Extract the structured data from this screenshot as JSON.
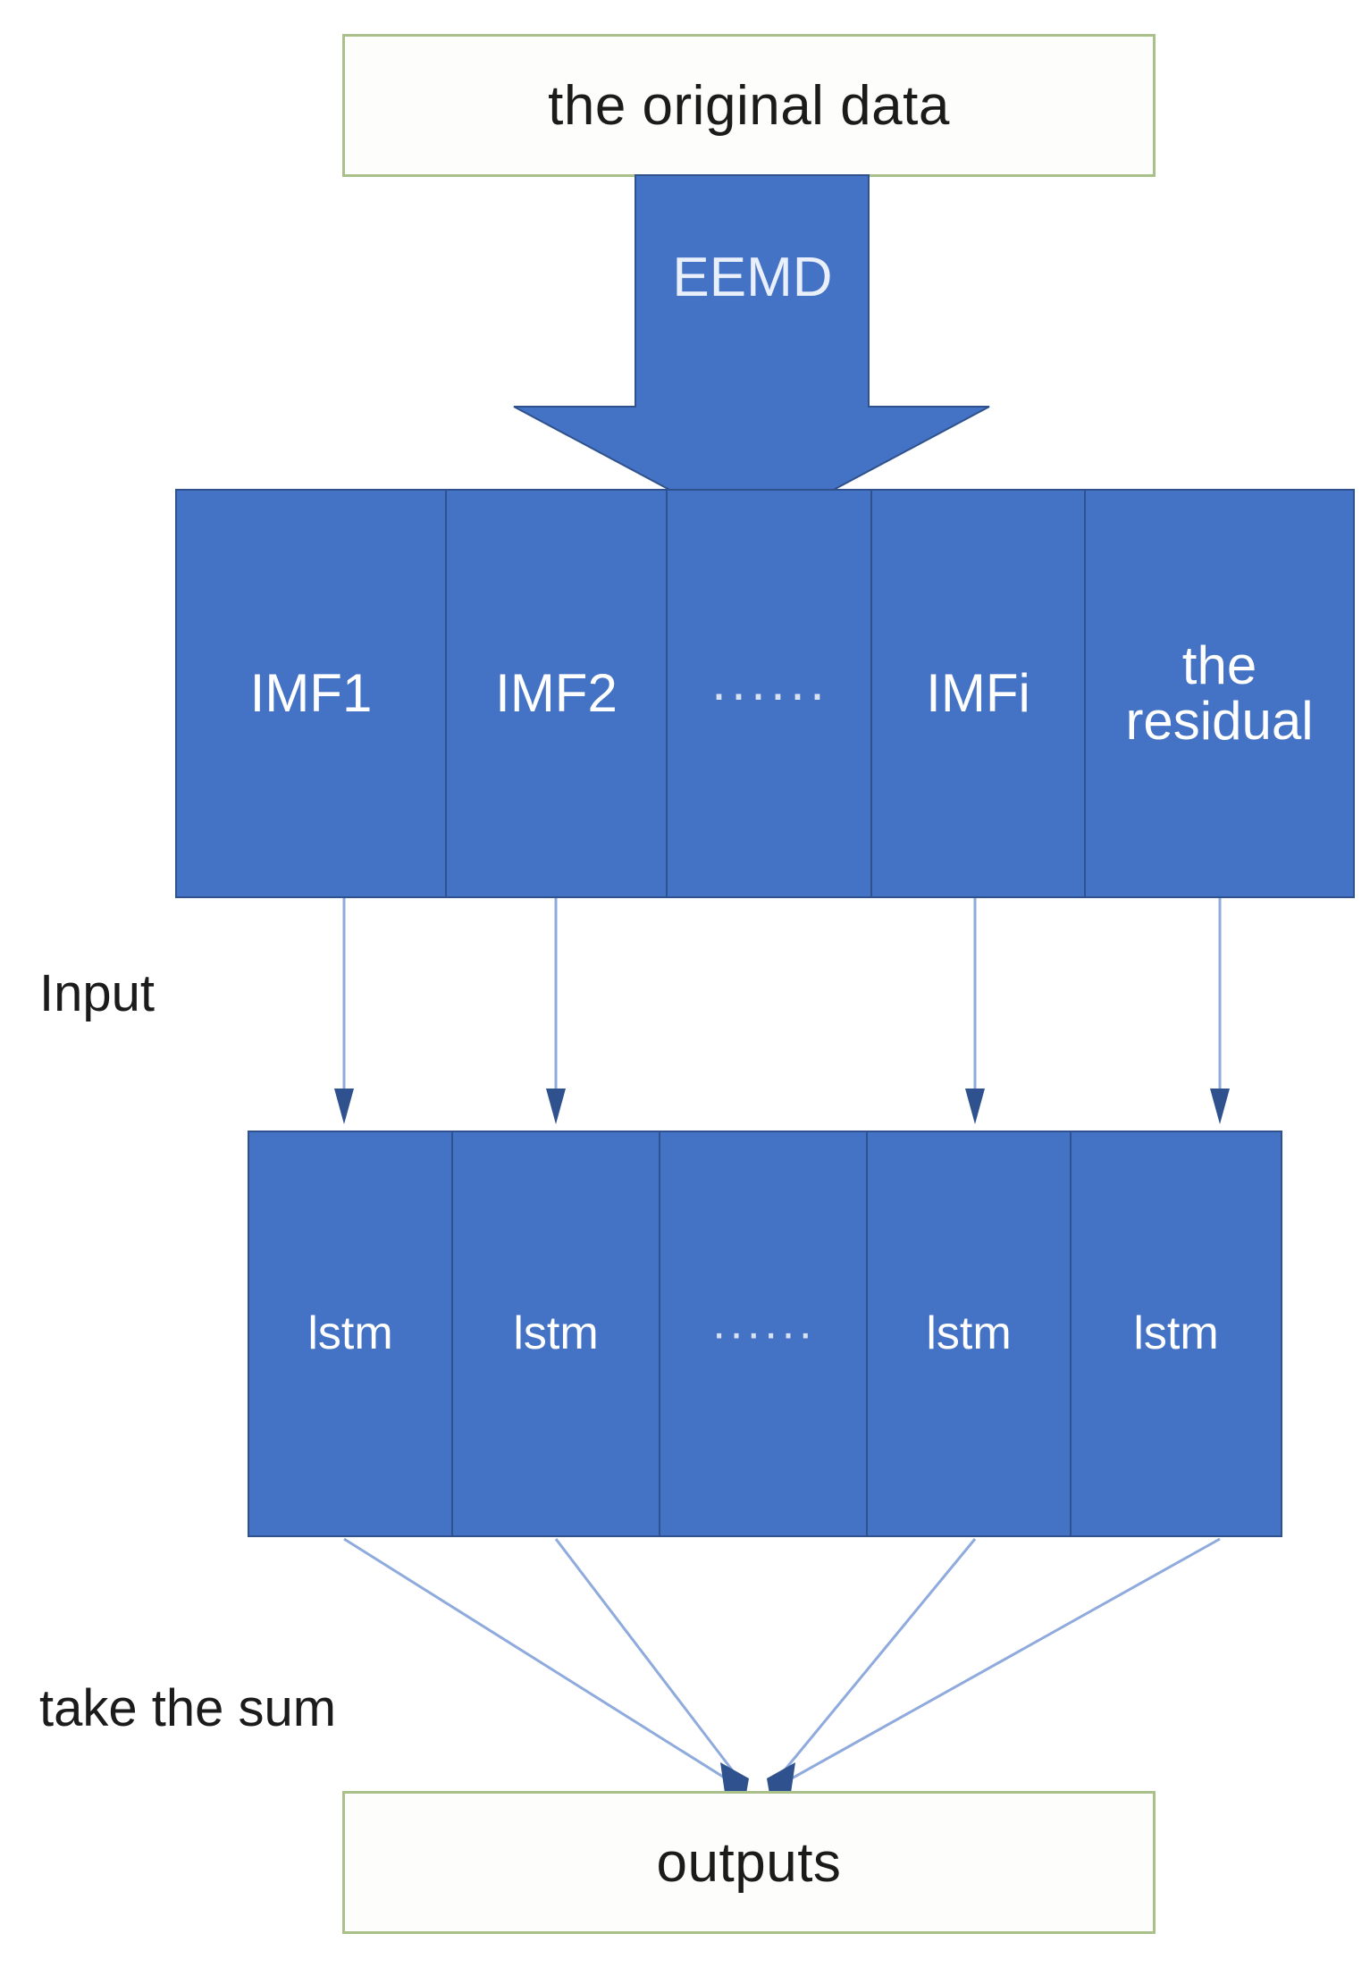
{
  "diagram": {
    "title_box": {
      "label": "the original data"
    },
    "output_box": {
      "label": "outputs"
    },
    "transform_arrow": {
      "label": "EEMD"
    },
    "decomposition_row": {
      "cells": [
        {
          "label": "IMF1"
        },
        {
          "label": "IMF2"
        },
        {
          "label": "······"
        },
        {
          "label": "IMFi"
        },
        {
          "label": "the residual"
        }
      ]
    },
    "model_row": {
      "cells": [
        {
          "label": "lstm"
        },
        {
          "label": "lstm"
        },
        {
          "label": "······"
        },
        {
          "label": "lstm"
        },
        {
          "label": "lstm"
        }
      ]
    },
    "labels": {
      "input": "Input",
      "sum": "take the sum"
    },
    "colors": {
      "block_fill": "#4472c4",
      "block_stroke": "#2f528f",
      "outline_box_stroke": "#a9c08a",
      "outline_box_fill": "#fdfefb",
      "connector": "#8faadc",
      "text_dark": "#1b1b1b",
      "text_light": "#ffffff"
    }
  }
}
